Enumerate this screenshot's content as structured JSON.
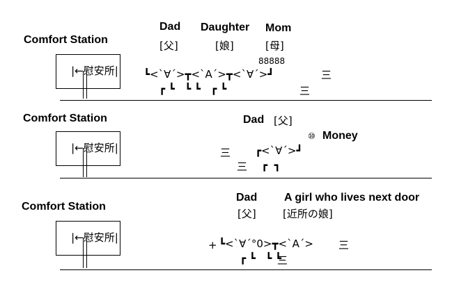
{
  "sign": {
    "title": "Comfort Station",
    "board": "|←慰安所|"
  },
  "scene1": {
    "dad_label": "Dad",
    "daughter_label": "Daughter",
    "mom_label": "Mom",
    "dad_kanji": "[父]",
    "daughter_kanji": "[娘]",
    "mom_kanji": "[母]",
    "clap": "88888",
    "figures": "┗<`∀´>┳<`A´>┳<`∀´>┛",
    "feet": "┏ ┗   ┗ ┗   ┏ ┗",
    "dash_top": "三",
    "dash_bottom": "三"
  },
  "scene2": {
    "dad_label": "Dad",
    "dad_kanji": "[父]",
    "coin": "⑩",
    "money_label": "Money",
    "figure": "┏<`∀´>┛",
    "feet": "┏  ┓",
    "dash_top": "三",
    "dash_bottom": "三"
  },
  "scene3": {
    "dad_label": "Dad",
    "girl_label": "A girl who lives next door",
    "dad_kanji": "[父]",
    "girl_kanji": "[近所の娘]",
    "plus": "+",
    "figures": "┗<`∀´°0>┳<`A´>",
    "feet": "┏ ┗   ┗ ┗",
    "dash_right": "三",
    "dash_bottom": "三"
  }
}
